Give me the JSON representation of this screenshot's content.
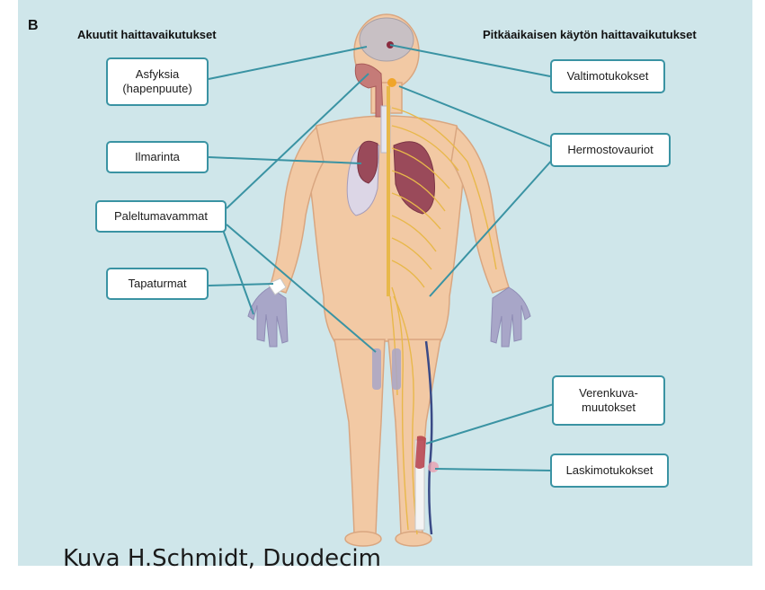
{
  "panel_letter": "B",
  "headings": {
    "acute": "Akuutit haittavaikutukset",
    "chronic": "Pitkäaikaisen käytön haittavaikutukset"
  },
  "labels": {
    "asfyksia_line1": "Asfyksia",
    "asfyksia_line2": "(hapenpuute)",
    "ilmarinta": "Ilmarinta",
    "paleltumavammat": "Paleltumavammat",
    "tapaturmat": "Tapaturmat",
    "valtimotukokset": "Valtimotukokset",
    "hermostovauriot": "Hermostovauriot",
    "verenkuva_line1": "Verenkuva-",
    "verenkuva_line2": "muutokset",
    "laskimotukokset": "Laskimotukokset"
  },
  "credit": "Kuva H.Schmidt, Duodecim",
  "colors": {
    "background": "#cfe6ea",
    "skin": "#f2c9a4",
    "connector": "#3a93a3",
    "nerve": "#e8b84a",
    "lung": "#9a4a5a",
    "brain": "#c8c0c4"
  }
}
